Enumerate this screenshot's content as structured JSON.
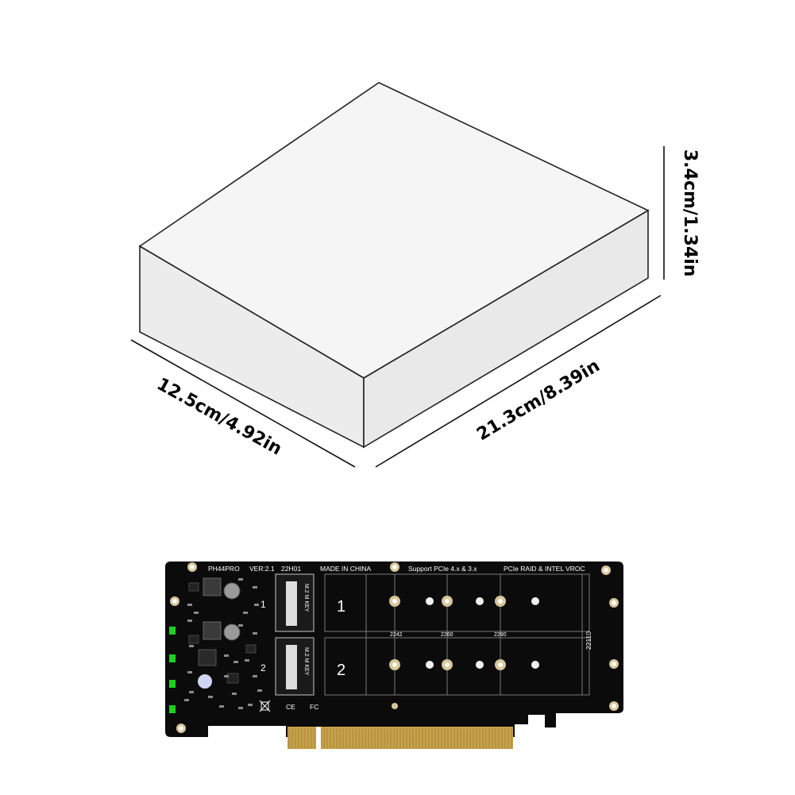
{
  "box": {
    "depth_label": "12.5cm/4.92in",
    "width_label": "21.3cm/8.39in",
    "height_label": "3.4cm/1.34in"
  },
  "card": {
    "model": "PH44PRO",
    "version": "VER:2.1",
    "batch": "22H01",
    "origin": "MADE IN CHINA",
    "support": "Support PCIe 4.x & 3.x",
    "raid": "PCIe RAID & INTEL VROC",
    "slot1": "1",
    "slot2": "2",
    "slot1_side": "1",
    "slot2_side": "2",
    "len_2242": "2242",
    "len_2260": "2260",
    "len_2280": "2280",
    "len_22110": "22110",
    "key_label": "M.2 M KEY",
    "ce_mark": "CE",
    "fc_mark": "FC"
  },
  "colors": {
    "pcb": "#0b0b0b",
    "box_front": "#ececec",
    "box_top": "#f5f5f5",
    "led": "#1fd11f",
    "gold": "#c7a24a",
    "copper": "#d8c69a"
  }
}
